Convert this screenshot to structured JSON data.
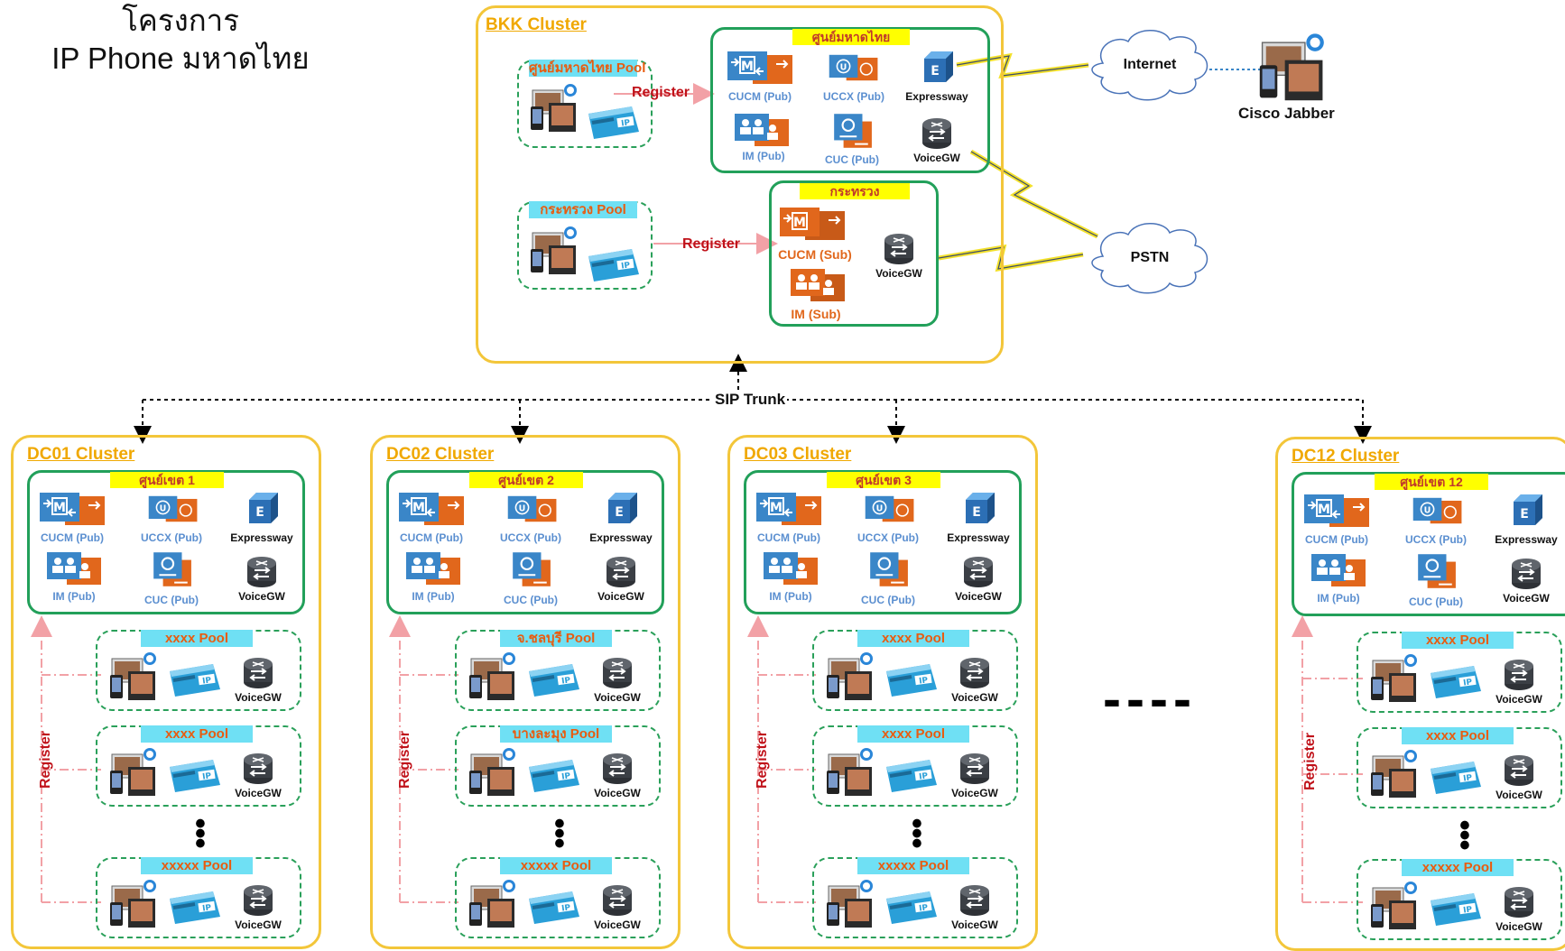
{
  "title": {
    "line1": "โครงการ",
    "line2": "IP Phone มหาดไทย"
  },
  "bkk": {
    "label": "BKK Cluster",
    "site1": {
      "label": "ศูนย์มหาดไทย",
      "pool": "ศูนย์มหาดไทย Pool",
      "servers": {
        "cucm": "CUCM (Pub)",
        "uccx": "UCCX (Pub)",
        "expressway": "Expressway",
        "im": "IM (Pub)",
        "cuc": "CUC (Pub)",
        "voicegw": "VoiceGW"
      }
    },
    "site2": {
      "label": "กระทรวง",
      "pool": "กระทรวง Pool",
      "servers": {
        "cucm": "CUCM (Sub)",
        "im": "IM (Sub)",
        "voicegw": "VoiceGW"
      }
    },
    "register": "Register"
  },
  "clouds": {
    "internet": "Internet",
    "pstn": "PSTN"
  },
  "jabber": "Cisco Jabber",
  "sip_trunk": "SIP Trunk",
  "register_label": "Register",
  "ellipsis": "----",
  "dc": [
    {
      "label": "DC01 Cluster",
      "site": "ศูนย์เขต 1",
      "pools": [
        "xxxx Pool",
        "xxxx Pool",
        "xxxxx Pool"
      ]
    },
    {
      "label": "DC02 Cluster",
      "site": "ศูนย์เขต 2",
      "pools": [
        "จ.ชลบุรี Pool",
        "บางละมุง Pool",
        "xxxxx Pool"
      ]
    },
    {
      "label": "DC03 Cluster",
      "site": "ศูนย์เขต 3",
      "pools": [
        "xxxx Pool",
        "xxxx Pool",
        "xxxxx Pool"
      ]
    },
    {
      "label": "DC12 Cluster",
      "site": "ศูนย์เขต 12",
      "pools": [
        "xxxx Pool",
        "xxxx Pool",
        "xxxxx Pool"
      ]
    }
  ],
  "dc_servers": {
    "cucm": "CUCM (Pub)",
    "uccx": "UCCX (Pub)",
    "expressway": "Expressway",
    "im": "IM (Pub)",
    "cuc": "CUC (Pub)",
    "voicegw": "VoiceGW"
  },
  "colors": {
    "cluster_border": "#f3c63a",
    "site_border": "#22a05a",
    "pool_label_bg": "#6fe0f4",
    "site_label_bg": "#ffff00",
    "register": "#c0121a",
    "server_blue": "#3a86c8",
    "server_orange": "#e1671c"
  }
}
